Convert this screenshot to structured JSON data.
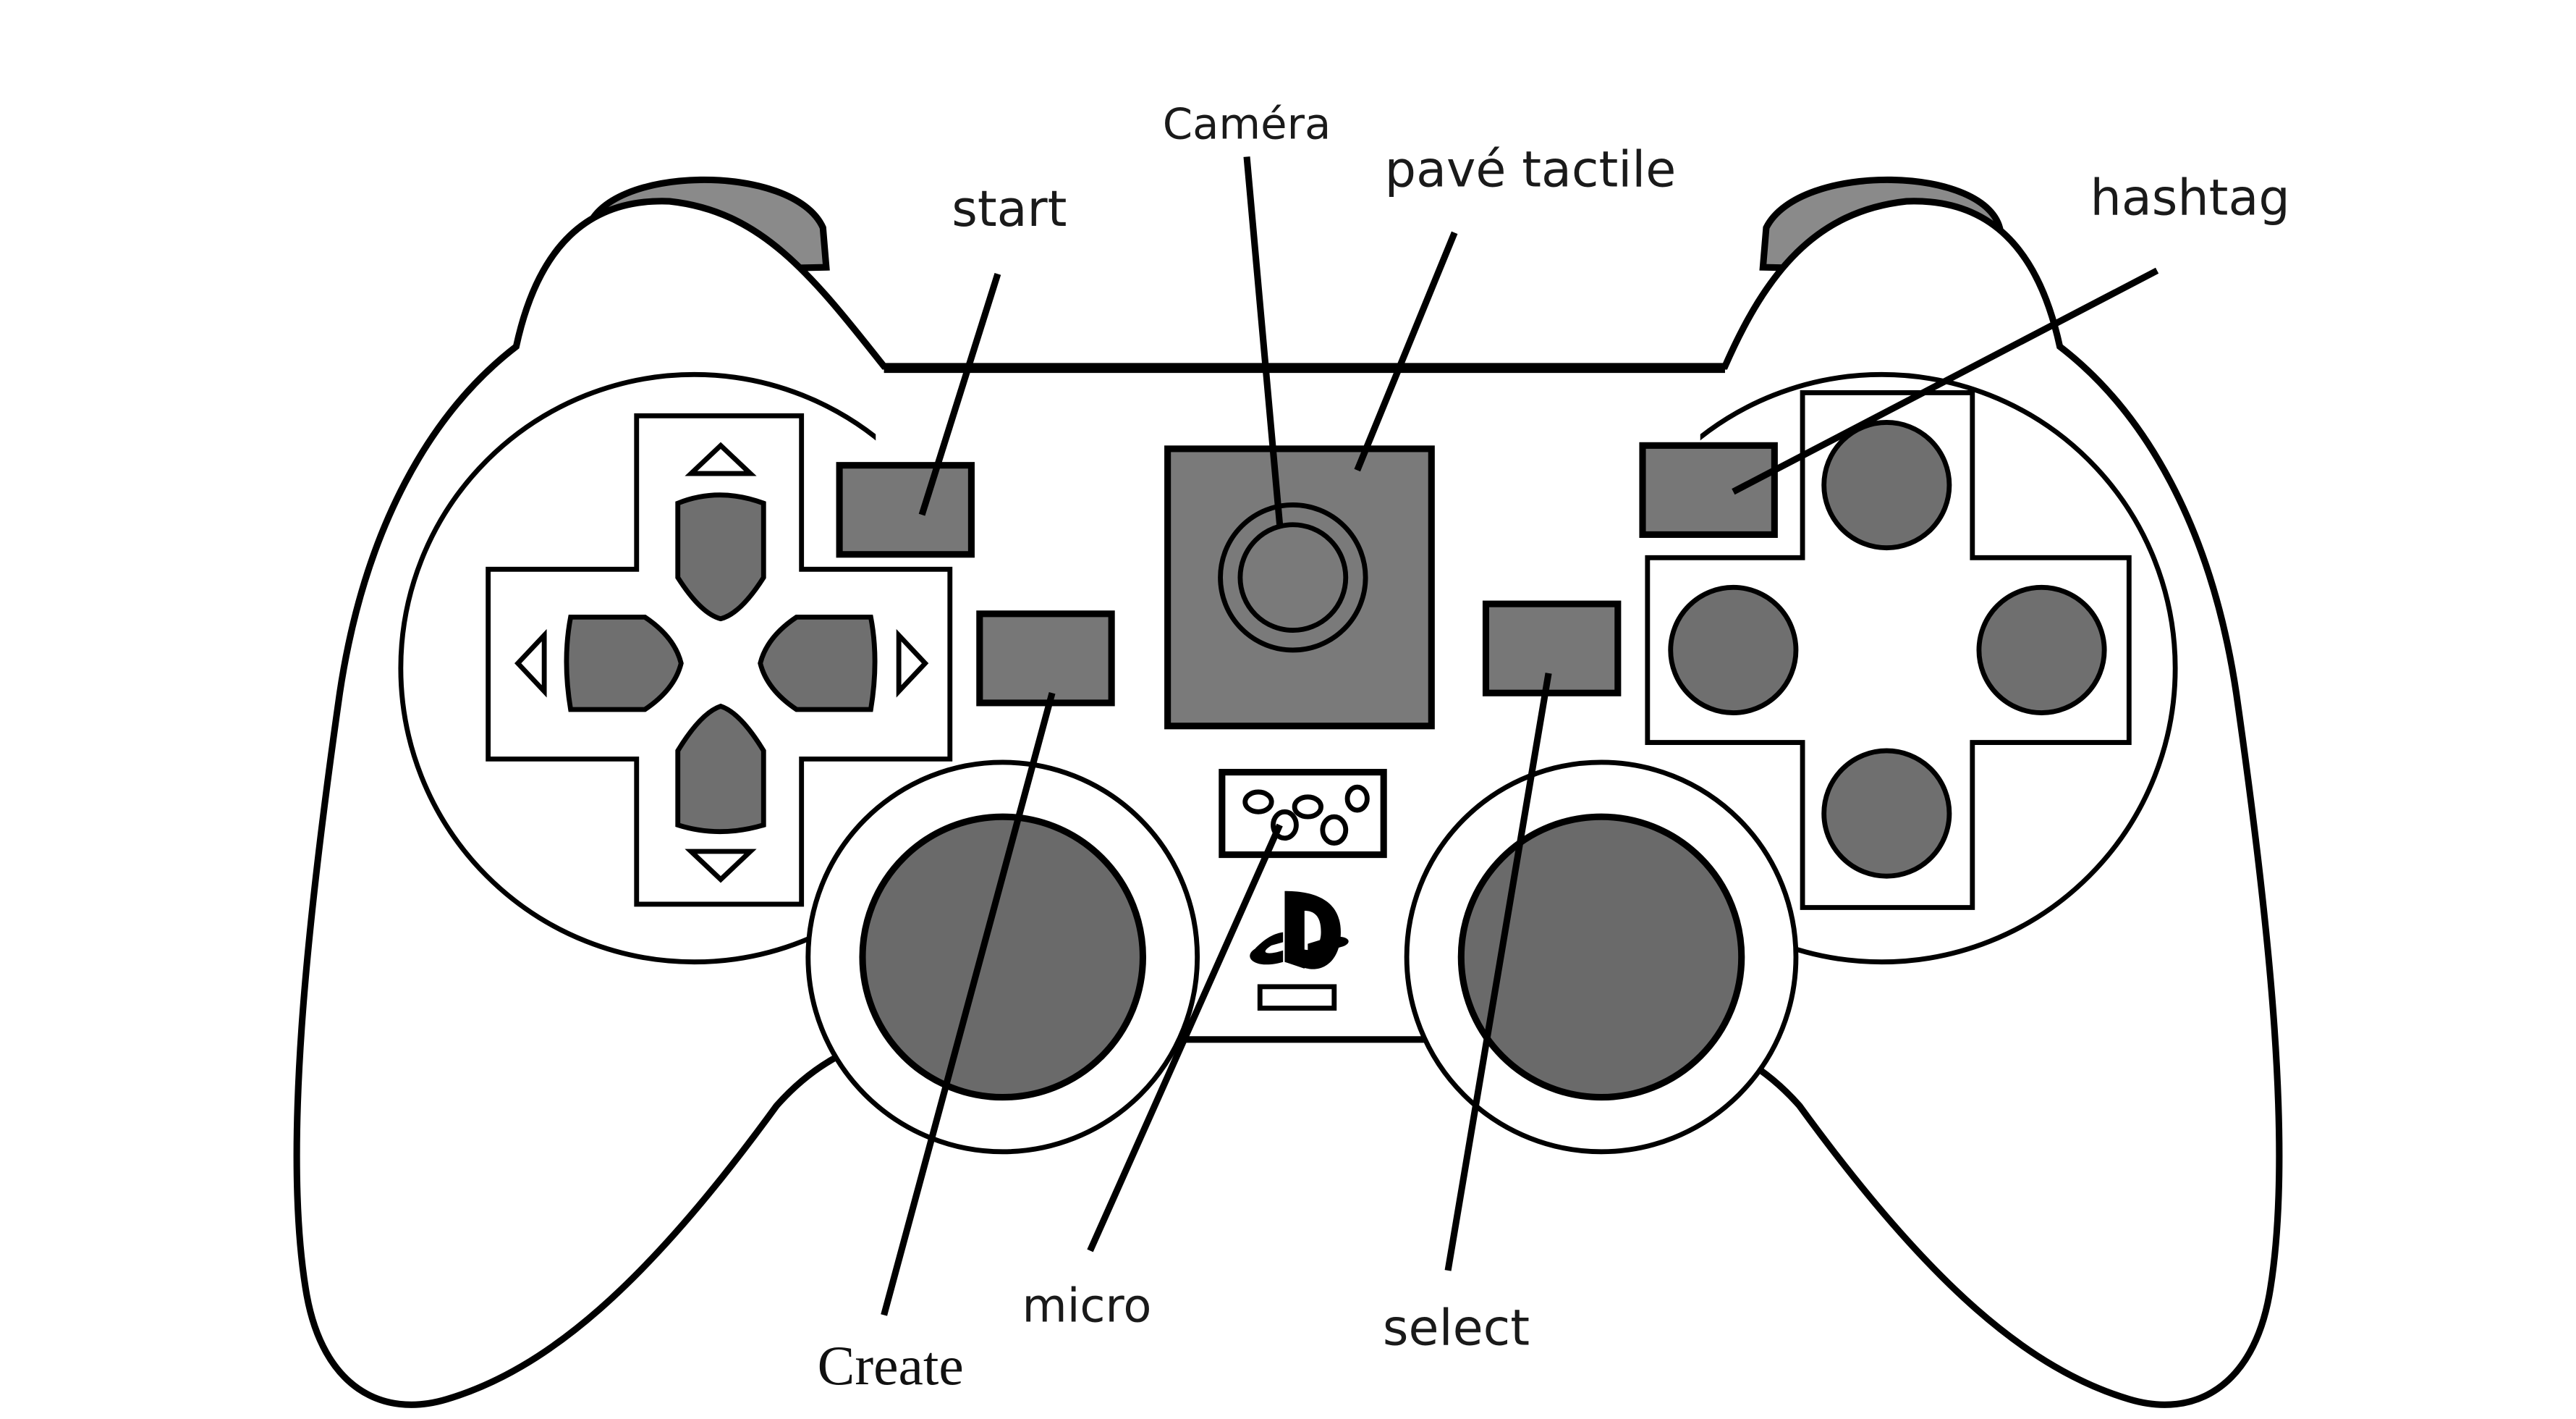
{
  "labels": {
    "camera": "Caméra",
    "touchpad": "pavé tactile",
    "start": "start",
    "hashtag": "hashtag",
    "create": "Create",
    "micro": "micro",
    "select": "select"
  },
  "colors": {
    "outline": "#000000",
    "button_fill": "#7a7a7a",
    "body_fill": "#ffffff",
    "label_text": "#1a1a1a"
  },
  "icons": {
    "logo": "playstation-logo",
    "dpad_up": "triangle-up-icon",
    "dpad_down": "triangle-down-icon",
    "dpad_left": "triangle-left-icon",
    "dpad_right": "triangle-right-icon"
  }
}
